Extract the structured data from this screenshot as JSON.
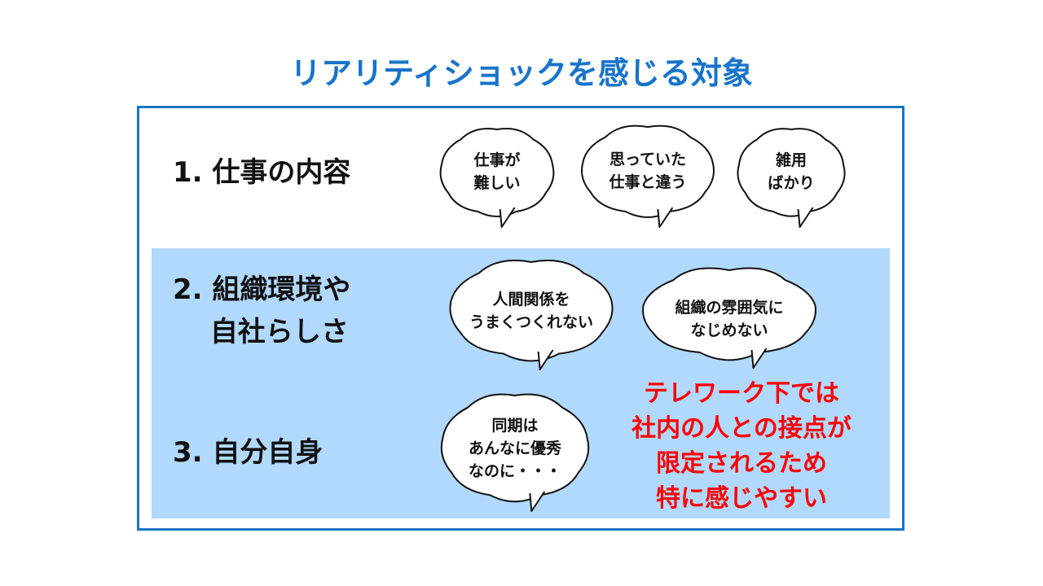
{
  "title": "リアリティショックを感じる対象",
  "categories": [
    {
      "label": "1. 仕事の内容"
    },
    {
      "label": "2. 組織環境や\n　 自社らしさ"
    },
    {
      "label": "3. 自分自身"
    }
  ],
  "bubbles": [
    {
      "text": "仕事が\n難しい"
    },
    {
      "text": "思っていた\n仕事と違う"
    },
    {
      "text": "雑用\nばかり"
    },
    {
      "text": "人間関係を\nうまくつくれない"
    },
    {
      "text": "組織の雰囲気に\nなじめない"
    },
    {
      "text": "同期は\nあんなに優秀\nなのに・・・"
    }
  ],
  "note": "テレワーク下では\n社内の人との接点が\n限定されるため\n特に感じやすい",
  "colors": {
    "title": "#1874c9",
    "frame": "#1874c9",
    "shade": "#b1d9fd",
    "note": "#ff0000"
  }
}
